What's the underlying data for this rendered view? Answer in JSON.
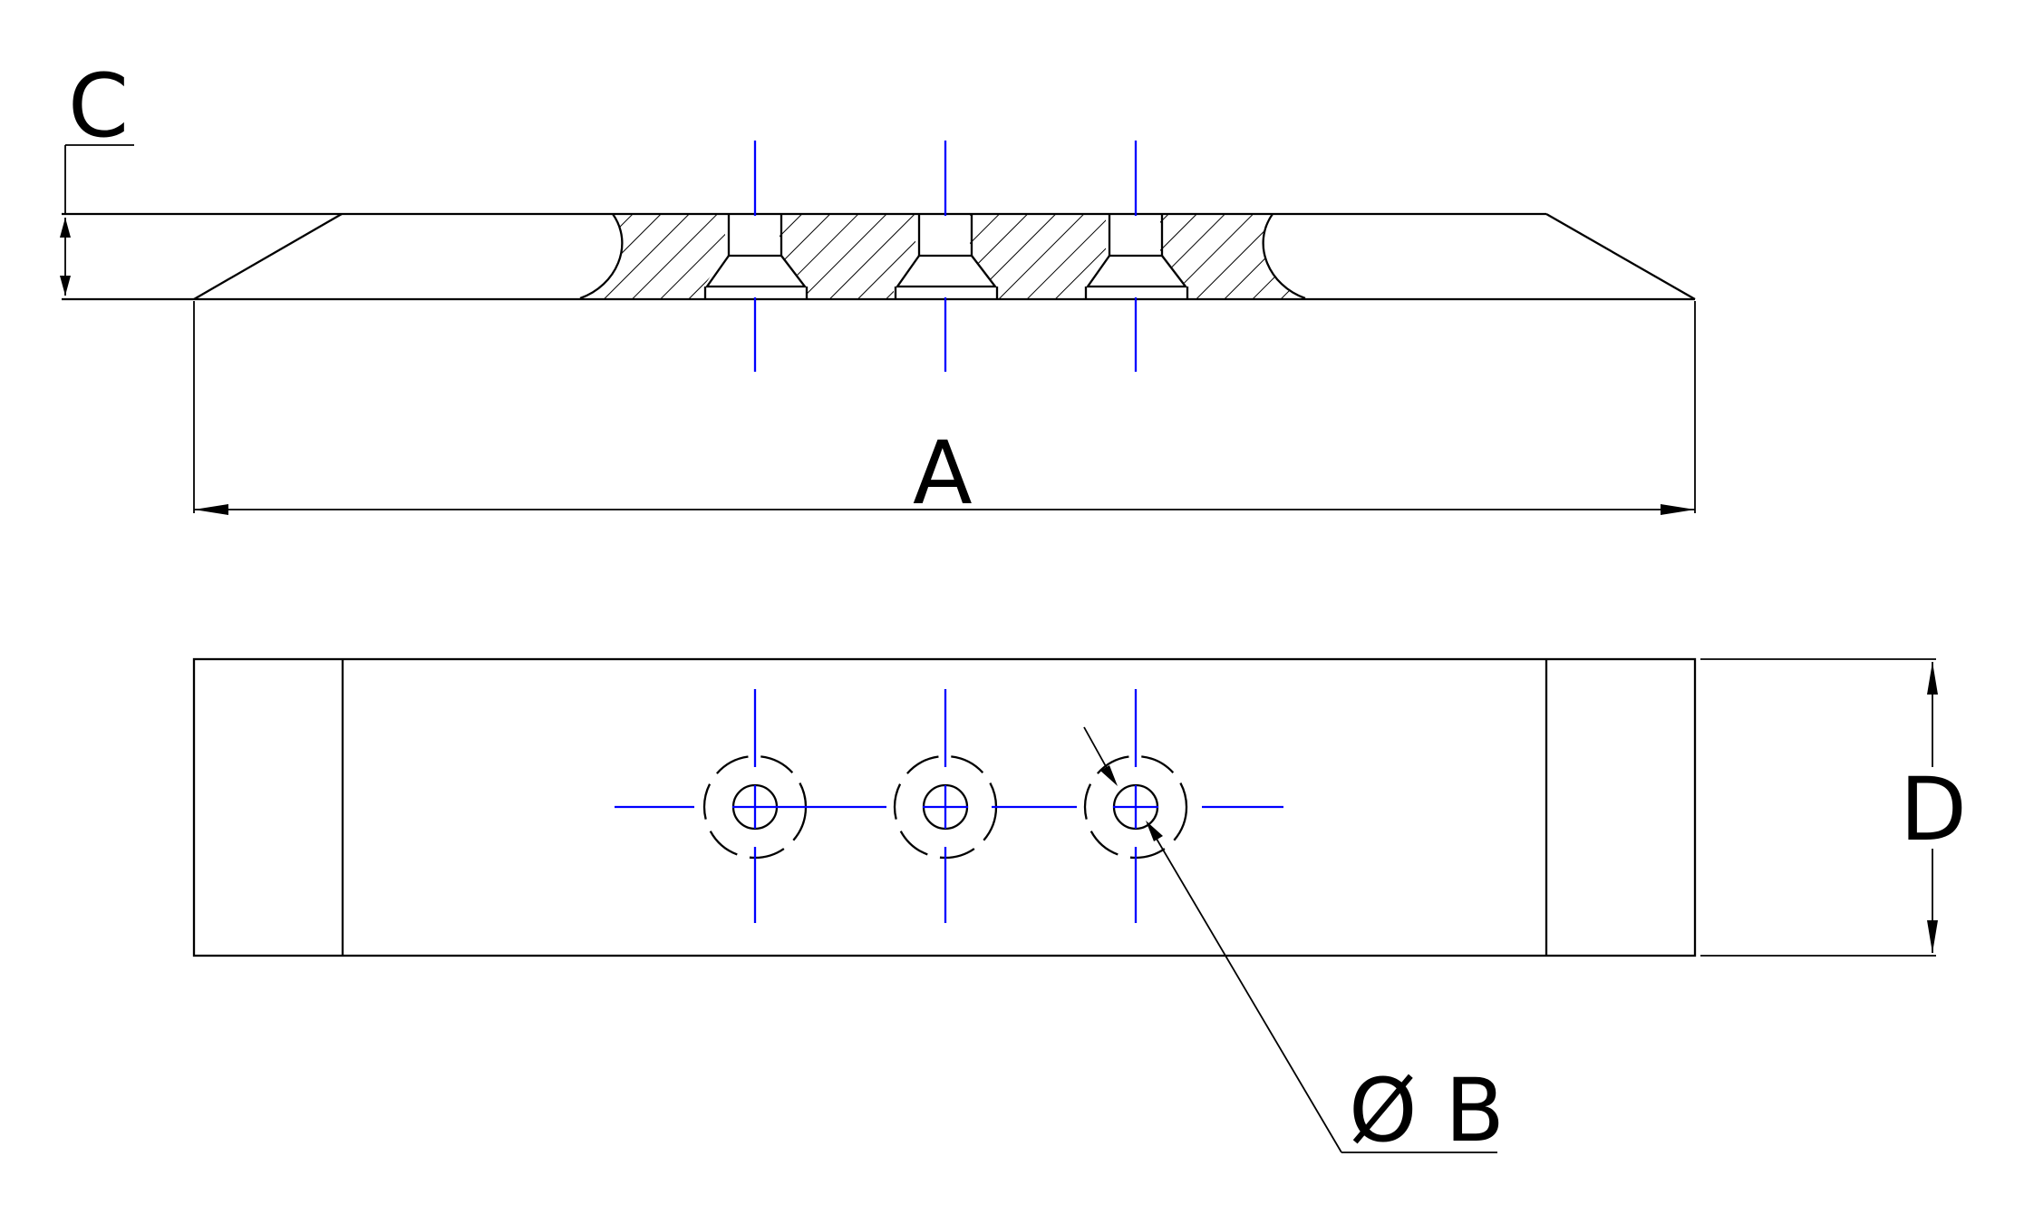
{
  "dimension_labels": {
    "length": "A",
    "hole_diameter": "Ø B",
    "thickness": "C",
    "width": "D"
  },
  "colors": {
    "outline": "#000000",
    "centerline": "#0000ff",
    "background": "#ffffff"
  }
}
